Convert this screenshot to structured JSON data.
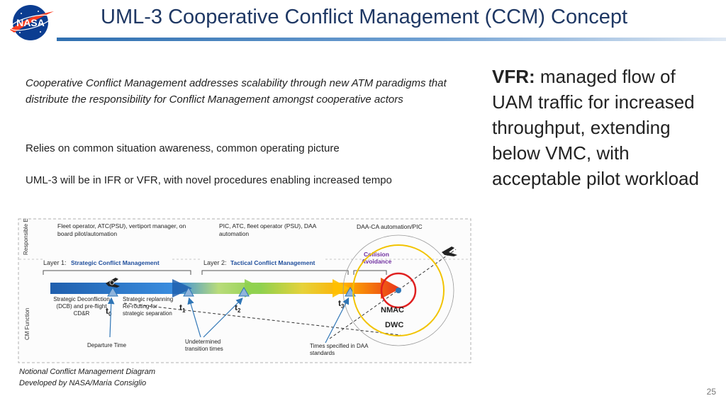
{
  "header": {
    "logo_text": "NASA",
    "title": "UML-3 Cooperative Conflict Management (CCM) Concept"
  },
  "left_text": {
    "para1": "Cooperative Conflict Management addresses scalability through new ATM paradigms that distribute the responsibility for Conflict Management amongst cooperative actors",
    "para2": "Relies on common situation awareness, common operating picture",
    "para3": "UML-3 will be in IFR or VFR, with novel procedures enabling increased tempo"
  },
  "right_text": {
    "vfr_label": "VFR:",
    "vfr_body": "managed flow of UAM traffic for increased throughput, extending below VMC, with acceptable pilot workload"
  },
  "diagram": {
    "axis_responsible": "Responsible Entity",
    "axis_cm": "CM Function",
    "entity_1": "Fleet operator, ATC(PSU), vertiport manager, on board pilot/automation",
    "entity_2": "PIC, ATC, fleet operator (PSU), DAA automation",
    "entity_3": "DAA-CA automation/PIC",
    "layer1_prefix": "Layer 1:",
    "layer1_name": "Strategic Conflict Management",
    "layer2_prefix": "Layer 2:",
    "layer2_name": "Tactical Conflict Management",
    "collision_avoidance": "Collision Avoidance",
    "nmac": "NMAC",
    "dwc": "DWC",
    "t0": "t",
    "t0_sub": "0",
    "t1": "t",
    "t1_sub": "1",
    "t2": "t",
    "t2_sub": "2",
    "t3": "t",
    "t3_sub": "3",
    "strategic_deconfliction": "Strategic Deconfliction (DCB) and pre-flight CD&R",
    "strategic_replanning": "Strategic replanning Re-routing for strategic separation",
    "departure_time": "Departure Time",
    "undetermined": "Undetermined transition times",
    "times_specified": "Times specified in DAA standards"
  },
  "caption": {
    "line1": "Notional Conflict Management Diagram",
    "line2": "Developed by NASA/Maria Consiglio"
  },
  "page_number": "25",
  "colors": {
    "title": "#1f3864",
    "blue_accent": "#2e75b6",
    "label_blue": "#1f4e9c",
    "arrow_green": "#92d050",
    "arrow_yellow": "#ffc000",
    "arrow_red": "#e8331c",
    "nmac_circle": "#e02020",
    "dwc_circle": "#f2c300"
  }
}
